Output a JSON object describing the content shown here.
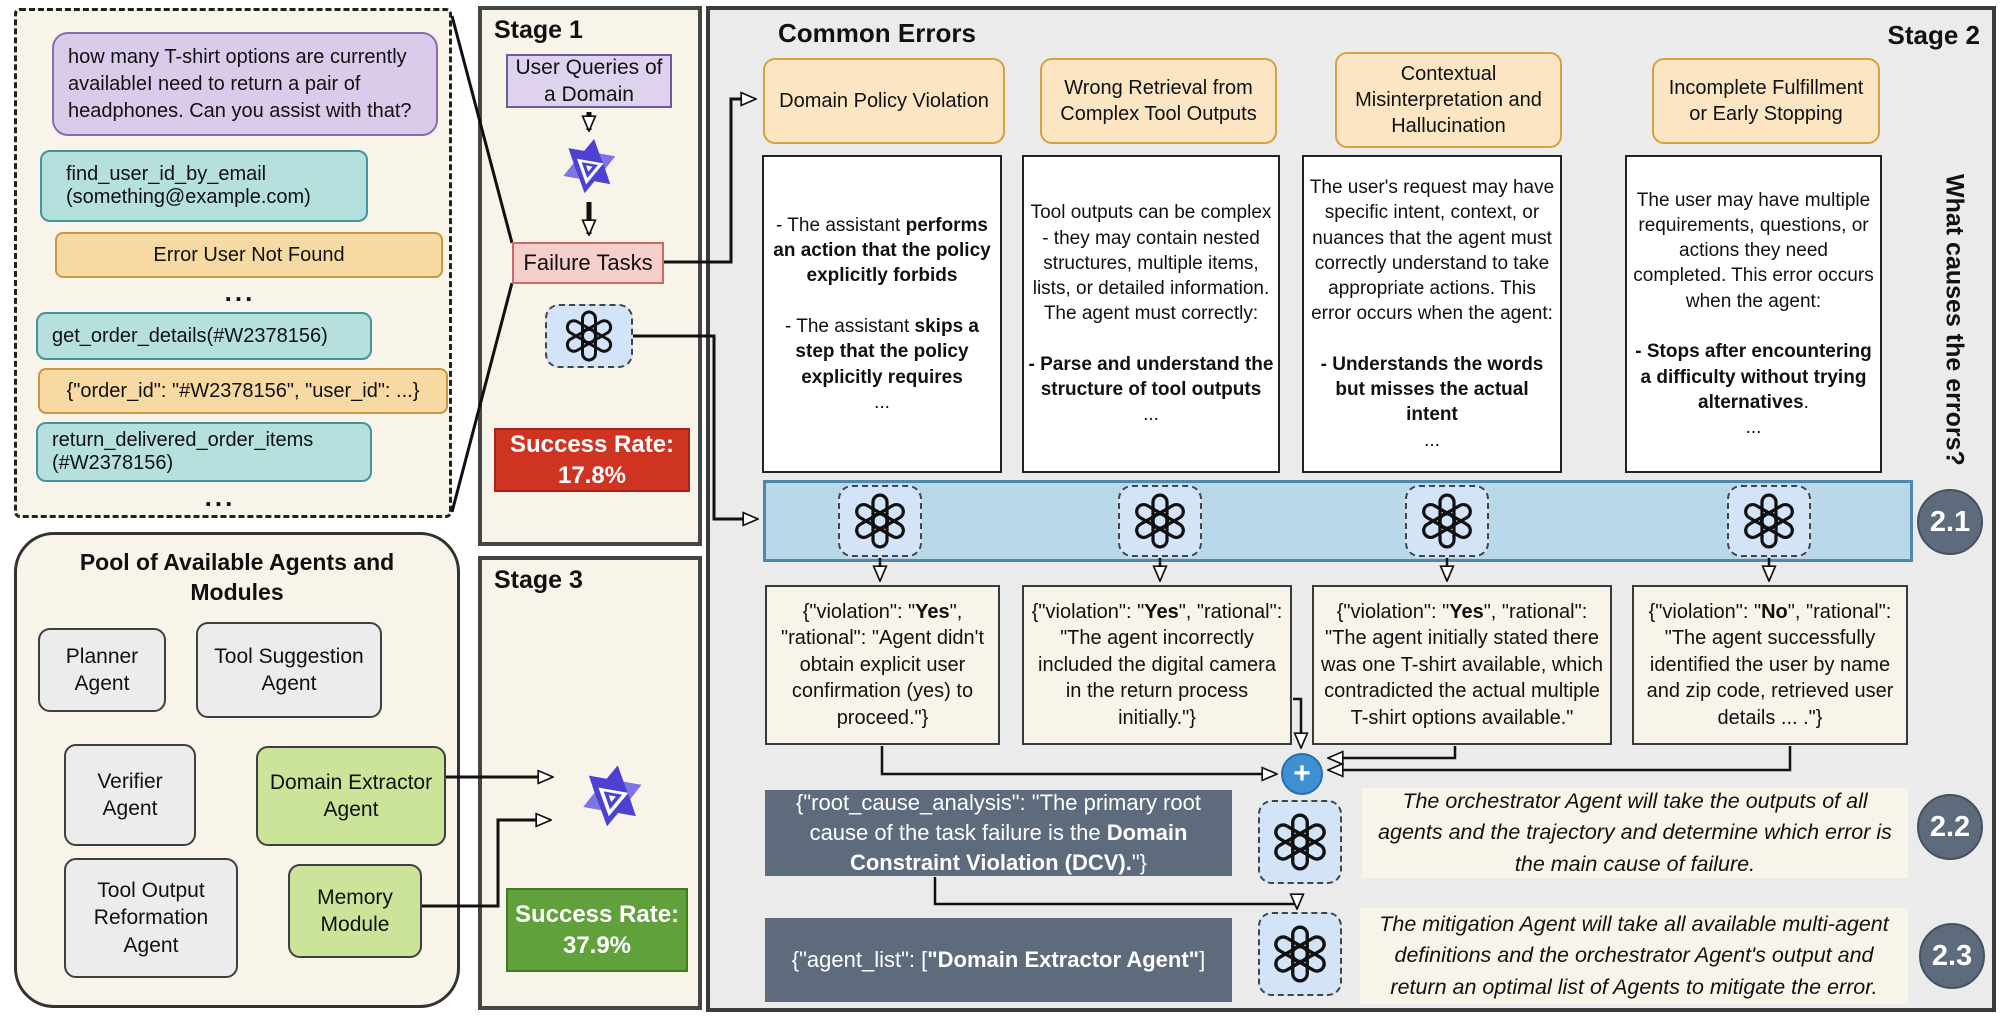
{
  "trajectory": {
    "user_query": "how many T-shirt options are currently availableI need to return a pair of headphones. Can you assist with that?",
    "steps": [
      {
        "text": "find_user_id_by_email (something@example.com)"
      },
      {
        "text": "Error User Not Found"
      },
      {
        "text": "..."
      },
      {
        "text": "get_order_details(#W2378156)"
      },
      {
        "text": "{\"order_id\": \"#W2378156\", \"user_id\": ...}"
      },
      {
        "text": "return_delivered_order_items (#W2378156)"
      },
      {
        "text": "..."
      }
    ]
  },
  "pool": {
    "title": "Pool of Available Agents and Modules",
    "agents": [
      {
        "label": "Planner Agent"
      },
      {
        "label": "Tool Suggestion Agent"
      },
      {
        "label": "Verifier Agent"
      },
      {
        "label": "Domain Extractor Agent"
      },
      {
        "label": "Tool Output Reformation Agent"
      },
      {
        "label": "Memory Module"
      }
    ]
  },
  "stage1": {
    "title": "Stage 1",
    "input_label": "User Queries of a Domain",
    "failure_label": "Failure Tasks",
    "success_label": "Success Rate:",
    "success_value": "17.8%"
  },
  "stage3": {
    "title": "Stage 3",
    "success_label": "Success Rate:",
    "success_value": "37.9%"
  },
  "stage2": {
    "title": "Stage 2",
    "common_errors_title": "Common Errors",
    "side_label": "What causes the errors?",
    "badges": [
      "2.1",
      "2.2",
      "2.3"
    ],
    "errors": [
      {
        "header": "Domain Policy Violation",
        "body": [
          {
            "t": "- The assistant "
          },
          {
            "t": "performs an action that the policy explicitly forbids",
            "b": true
          },
          {
            "t": "\n\n- The assistant "
          },
          {
            "t": "skips a step that the policy explicitly requires",
            "b": true
          },
          {
            "t": "\n..."
          }
        ]
      },
      {
        "header": "Wrong Retrieval from Complex Tool Outputs",
        "body": [
          {
            "t": "Tool outputs can be complex - they may contain nested structures, multiple items, lists, or detailed information. The agent must correctly:\n\n"
          },
          {
            "t": "- Parse and understand the structure of tool outputs",
            "b": true
          },
          {
            "t": "\n..."
          }
        ]
      },
      {
        "header": "Contextual Misinterpretation and Hallucination",
        "body": [
          {
            "t": "The user's request may have specific intent, context, or nuances that the agent must correctly understand to take appropriate actions. This error occurs when the agent:\n\n"
          },
          {
            "t": "- Understands the words but misses the actual intent",
            "b": true
          },
          {
            "t": "\n..."
          }
        ]
      },
      {
        "header": "Incomplete Fulfillment or Early Stopping",
        "body": [
          {
            "t": "The user may have multiple requirements, questions, or actions they need completed. This error occurs when the agent:\n\n"
          },
          {
            "t": "- Stops after encountering a difficulty without trying alternatives",
            "b": true
          },
          {
            "t": ".\n..."
          }
        ]
      }
    ],
    "outputs": [
      {
        "body": [
          {
            "t": "{\"violation\": \""
          },
          {
            "t": "Yes",
            "b": true
          },
          {
            "t": "\", \"rational\": \"Agent didn't obtain explicit user confirmation (yes) to proceed.\"}"
          }
        ]
      },
      {
        "body": [
          {
            "t": "{\"violation\": \""
          },
          {
            "t": "Yes",
            "b": true
          },
          {
            "t": "\", \"rational\": \"The agent incorrectly included the digital camera in the return process initially.\"}"
          }
        ]
      },
      {
        "body": [
          {
            "t": "{\"violation\": \""
          },
          {
            "t": "Yes",
            "b": true
          },
          {
            "t": "\", \"rational\": \"The agent initially stated there was one T-shirt available, which contradicted the actual multiple T-shirt options available.\""
          }
        ]
      },
      {
        "body": [
          {
            "t": "{\"violation\": \""
          },
          {
            "t": "No",
            "b": true
          },
          {
            "t": "\", \"rational\": \"The agent successfully identified the user by name and zip code, retrieved user details ... .\"}"
          }
        ]
      }
    ],
    "root_cause": {
      "body": [
        {
          "t": "{\"root_cause_analysis\": \"The primary root cause of the task failure is the "
        },
        {
          "t": "Domain Constraint Violation (DCV).",
          "b": true
        },
        {
          "t": "\"}"
        }
      ]
    },
    "agent_list": {
      "body": [
        {
          "t": "{\"agent_list\": ["
        },
        {
          "t": "\"Domain Extractor Agent\"",
          "b": true
        },
        {
          "t": "]"
        }
      ]
    },
    "notes": [
      {
        "text": "The orchestrator Agent will take the outputs of all agents and the trajectory and determine which error is the main cause of failure."
      },
      {
        "text": "The mitigation Agent will take all available multi-agent definitions and the orchestrator Agent's output and return an optimal list of Agents to mitigate the error."
      }
    ]
  },
  "colors": {
    "success_red": "#cf3423",
    "success_green": "#61a13c",
    "band_blue": "#b9d8e9",
    "slate": "#5d6b7c",
    "plus_blue": "#3f8fd4",
    "error_header_orange": "#fbe5c2"
  }
}
